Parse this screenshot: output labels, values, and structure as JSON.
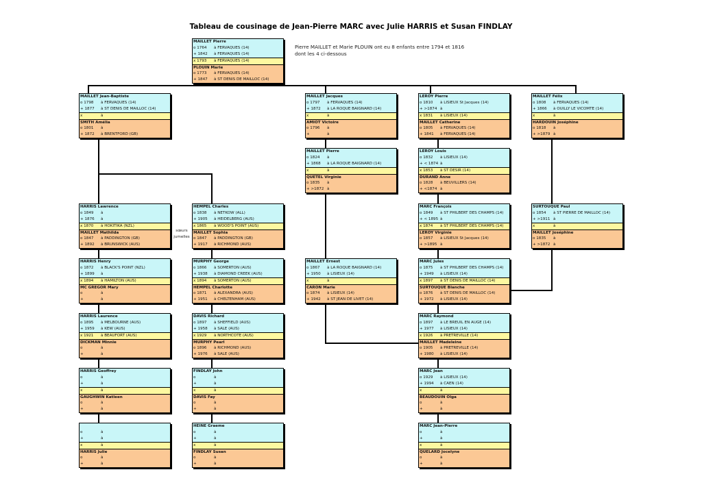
{
  "title": "Tableau de cousinage de Jean-Pierre MARC avec Julie HARRIS et Susan FINDLAY",
  "note": [
    "Pierre MAILLET et Marie PLOUIN ont eu 8 enfants entre 1794 et 1816",
    "dont les 4 ci-dessous"
  ],
  "twins_label": [
    "sœurs",
    "jumelles"
  ],
  "couples": {
    "root": {
      "a": {
        "name": "MAILLET Pierre",
        "b": [
          "o 1764",
          "à FERVAQUES (14)"
        ],
        "d": [
          "+ 1842",
          "à FERVAQUES (14)"
        ]
      },
      "x": [
        "x 1793",
        "à FERVAQUES (14)"
      ],
      "b": {
        "name": "PLOUIN Marie",
        "b": [
          "o 1773",
          "à FERVAQUES (14)"
        ],
        "d": [
          "+ 1847",
          "à ST DENIS DE MAILLOC (14)"
        ]
      }
    },
    "c1g1": {
      "a": {
        "name": "MAILLET Jean-Baptiste",
        "b": [
          "o 1798",
          "à FERVAQUES (14)"
        ],
        "d": [
          "+ 1877",
          "à ST DENIS DE MAILLOC (14)"
        ]
      },
      "x": [
        "x",
        "à"
      ],
      "b": {
        "name": "SMITH Amélia",
        "b": [
          "o 1801",
          "à"
        ],
        "d": [
          "+ 1872",
          "à BRENTFORD (GB)"
        ]
      }
    },
    "c3g1": {
      "a": {
        "name": "MAILLET Jacques",
        "b": [
          "o 1797",
          "à FERVAQUES (14)"
        ],
        "d": [
          "+ 1872",
          "à LA ROQUE BAIGNARD (14)"
        ]
      },
      "x": [
        "x",
        "à"
      ],
      "b": {
        "name": "AMIOT Victoire",
        "b": [
          "o 1796",
          "à"
        ],
        "d": [
          "+",
          "à"
        ]
      }
    },
    "c4g1": {
      "a": {
        "name": "LEROY Pierre",
        "b": [
          "o 1810",
          "à LISIEUX St Jacques (14)"
        ],
        "d": [
          "+ >1874",
          "à"
        ]
      },
      "x": [
        "x 1831",
        "à LISIEUX (14)"
      ],
      "b": {
        "name": "MAILLET Catherine",
        "b": [
          "o 1805",
          "à FERVAQUES (14)"
        ],
        "d": [
          "+ 1841",
          "à FERVAQUES (14)"
        ]
      }
    },
    "c5g1": {
      "a": {
        "name": "MAILLET Félix",
        "b": [
          "o 1808",
          "à FERVAQUES (14)"
        ],
        "d": [
          "+ 1866",
          "à OUILLY LE VICOMTE (14)"
        ]
      },
      "x": [
        "x",
        "à"
      ],
      "b": {
        "name": "HARDOUIN Joséphine",
        "b": [
          "o 1818",
          "à"
        ],
        "d": [
          "+ >1879",
          "à"
        ]
      }
    },
    "c3g2": {
      "a": {
        "name": "MAILLET Pierre",
        "b": [
          "o 1824",
          "à"
        ],
        "d": [
          "+ 1868",
          "à LA ROQUE BAIGNARD (14)"
        ]
      },
      "x": [
        "x",
        "à"
      ],
      "b": {
        "name": "QUETEL Virginie",
        "b": [
          "o 1835",
          "à"
        ],
        "d": [
          "+ >1872",
          "à"
        ]
      }
    },
    "c4g2": {
      "a": {
        "name": "LEROY Louis",
        "b": [
          "o 1832",
          "à LISIEUX (14)"
        ],
        "d": [
          "+ < 1874",
          "à"
        ]
      },
      "x": [
        "x 1853",
        "à ST DESIR (14)"
      ],
      "b": {
        "name": "DURAND Anne",
        "b": [
          "o 1828",
          "à BEUVILLERS (14)"
        ],
        "d": [
          "+ <1874",
          "à"
        ]
      }
    },
    "c1g3": {
      "a": {
        "name": "HARRIS Lawrence",
        "b": [
          "o 1849",
          "à"
        ],
        "d": [
          "+ 1876",
          "à"
        ]
      },
      "x": [
        "x 1870",
        "à HOKITIKA (NZL)"
      ],
      "b": {
        "name": "MAILLET Mathilda",
        "b": [
          "o 1847",
          "à PADDINGTON (GB)"
        ],
        "d": [
          "+ 1892",
          "à BRUNSWICK (AUS)"
        ]
      }
    },
    "c2g3": {
      "a": {
        "name": "HEMPEL Charles",
        "b": [
          "o 1838",
          "à NETKOW (ALL)"
        ],
        "d": [
          "+ 1905",
          "à HEIDELBERG (AUS)"
        ]
      },
      "x": [
        "x 1865",
        "à WOOD'S POINT (AUS)"
      ],
      "b": {
        "name": "MAILLET Sophia",
        "b": [
          "o 1847",
          "à PADDINGTON (GB)"
        ],
        "d": [
          "+ 1917",
          "à RICHMOND (AUS)"
        ]
      }
    },
    "c4g3": {
      "a": {
        "name": "MARC François",
        "b": [
          "o 1849",
          "à ST PHILBERT DES CHAMPS (14)"
        ],
        "d": [
          "+ < 1895",
          "à"
        ]
      },
      "x": [
        "x 1874",
        "à ST PHILBERT DES CHAMPS (14)"
      ],
      "b": {
        "name": "LEROY Virginie",
        "b": [
          "o 1857",
          "à LISIEUX St Jacques (14)"
        ],
        "d": [
          "+ >1895",
          "à"
        ]
      }
    },
    "c5g3": {
      "a": {
        "name": "SURTOUQUE Paul",
        "b": [
          "o 1854",
          "à ST PIERRE DE MAILLOC (14)"
        ],
        "d": [
          "+ >1911",
          "à"
        ]
      },
      "x": [
        "x",
        "à"
      ],
      "b": {
        "name": "MAILLET Joséphine",
        "b": [
          "o 1835",
          "à"
        ],
        "d": [
          "+ >1872",
          "à"
        ]
      }
    },
    "c1g4": {
      "a": {
        "name": "HARRIS Henry",
        "b": [
          "o 1872",
          "à BLACK'S POINT (NZL)"
        ],
        "d": [
          "+ 1899",
          "à"
        ]
      },
      "x": [
        "x 1894",
        "à HAMILTON (AUS)"
      ],
      "b": {
        "name": "MC GREGOR Mary",
        "b": [
          "o",
          "à"
        ],
        "d": [
          "+",
          "à"
        ]
      }
    },
    "c2g4": {
      "a": {
        "name": "MURPHY George",
        "b": [
          "o 1866",
          "à SOMERTON (AUS)"
        ],
        "d": [
          "+ 1938",
          "à DIAMOND CREEK (AUS)"
        ]
      },
      "x": [
        "x 1894",
        "à SOMERTON (AUS)"
      ],
      "b": {
        "name": "HEMPEL Charlotte",
        "b": [
          "o 1871",
          "à ALEXANDRA (AUS)"
        ],
        "d": [
          "+ 1951",
          "à CHELTENHAM (AUS)"
        ]
      }
    },
    "c3g4": {
      "a": {
        "name": "MAILLET Ernest",
        "b": [
          "o 1867",
          "à LA ROQUE BAIGNARD (14)"
        ],
        "d": [
          "+ 1950",
          "à LISIEUX (14)"
        ]
      },
      "x": [
        "x",
        "à"
      ],
      "b": {
        "name": "CARON Marie",
        "b": [
          "o 1874",
          "à LISIEUX (14)"
        ],
        "d": [
          "+ 1942",
          "à ST JEAN DE LIVET (14)"
        ]
      }
    },
    "c4g4": {
      "a": {
        "name": "MARC Jules",
        "b": [
          "o 1875",
          "à ST PHILBERT DES CHAMPS (14)"
        ],
        "d": [
          "+ 1949",
          "à LISIEUX (14)"
        ]
      },
      "x": [
        "x 1897",
        "à ST DENIS DE MAILLOC (14)"
      ],
      "b": {
        "name": "SURTOUQUE Blanche",
        "b": [
          "o 1876",
          "à ST DENIS DE MAILLOC (14)"
        ],
        "d": [
          "+ 1972",
          "à LISIEUX (14)"
        ]
      }
    },
    "c1g5": {
      "a": {
        "name": "HARRIS Laurence",
        "b": [
          "o 1895",
          "à MELBOURNE (AUS)"
        ],
        "d": [
          "+ 1959",
          "à KEW (AUS)"
        ]
      },
      "x": [
        "x 1921",
        "à BEAUFORT (AUS)"
      ],
      "b": {
        "name": "DICKMAN Minnie",
        "b": [
          "o",
          "à"
        ],
        "d": [
          "+",
          "à"
        ]
      }
    },
    "c2g5": {
      "a": {
        "name": "DAVIS Richard",
        "b": [
          "o 1897",
          "à SHEFFIELD (AUS)"
        ],
        "d": [
          "+ 1958",
          "à SALE (AUS)"
        ]
      },
      "x": [
        "x 1929",
        "à NORTHCOTE (AUS)"
      ],
      "b": {
        "name": "MURPHY Pearl",
        "b": [
          "o 1896",
          "à RICHMOND (AUS)"
        ],
        "d": [
          "+ 1976",
          "à SALE (AUS)"
        ]
      }
    },
    "c4g5": {
      "a": {
        "name": "MARC Raymond",
        "b": [
          "o 1897",
          "à LE BREUIL EN AUGE (14)"
        ],
        "d": [
          "+ 1977",
          "à LISIEUX (14)"
        ]
      },
      "x": [
        "x 1926",
        "à PRETREVILLE (14)"
      ],
      "b": {
        "name": "MAILLET Madeleine",
        "b": [
          "o 1905",
          "à PRETREVILLE (14)"
        ],
        "d": [
          "+ 1980",
          "à LISIEUX (14)"
        ]
      }
    },
    "c1g6": {
      "a": {
        "name": "HARRIS Geoffrey",
        "b": [
          "o",
          "à"
        ],
        "d": [
          "+",
          "à"
        ]
      },
      "x": [
        "x",
        "à"
      ],
      "b": {
        "name": "GAUGHWIN Katleen",
        "b": [
          "o",
          "à"
        ],
        "d": [
          "+",
          "à"
        ]
      }
    },
    "c2g6": {
      "a": {
        "name": "FINDLAY John",
        "b": [
          "o",
          "à"
        ],
        "d": [
          "+",
          "à"
        ]
      },
      "x": [
        "x",
        "à"
      ],
      "b": {
        "name": "DAVIS Fay",
        "b": [
          "o",
          "à"
        ],
        "d": [
          "+",
          "à"
        ]
      }
    },
    "c4g6": {
      "a": {
        "name": "MARC Jean",
        "b": [
          "o 1929",
          "à LISIEUX (14)"
        ],
        "d": [
          "+ 1994",
          "à CAEN (14)"
        ]
      },
      "x": [
        "x",
        "à"
      ],
      "b": {
        "name": "BEAUDOUIN Olga",
        "b": [
          "o",
          "à"
        ],
        "d": [
          "+",
          "à"
        ]
      }
    },
    "c1g7": {
      "a": {
        "name": "",
        "b": [
          "o",
          "à"
        ],
        "d": [
          "+",
          "à"
        ]
      },
      "x": [
        "x",
        "à"
      ],
      "b": {
        "name": "HARRIS Julie",
        "b": [
          "o",
          "à"
        ],
        "d": [
          "+",
          "à"
        ]
      }
    },
    "c2g7": {
      "a": {
        "name": "HEINE Graeme",
        "b": [
          "o",
          "à"
        ],
        "d": [
          "+",
          "à"
        ]
      },
      "x": [
        "x",
        "à"
      ],
      "b": {
        "name": "FINDLAY Susan",
        "b": [
          "o",
          "à"
        ],
        "d": [
          "+",
          "à"
        ]
      }
    },
    "c4g7": {
      "a": {
        "name": "MARC Jean-Pierre",
        "b": [
          "o",
          "à"
        ],
        "d": [
          "+",
          "à"
        ]
      },
      "x": [
        "x",
        "à"
      ],
      "b": {
        "name": "QUELARD Jocelyne",
        "b": [
          "o",
          "à"
        ],
        "d": [
          "+",
          "à"
        ]
      }
    }
  }
}
